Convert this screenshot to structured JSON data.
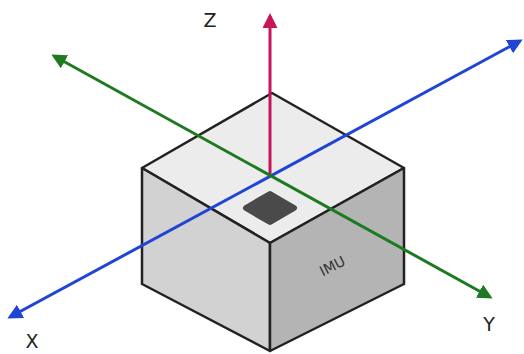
{
  "diagram": {
    "nodes": [
      {
        "text": [
          "IMU"
        ]
      }
    ],
    "labels": [
      "Z",
      "X",
      "Y"
    ]
  }
}
